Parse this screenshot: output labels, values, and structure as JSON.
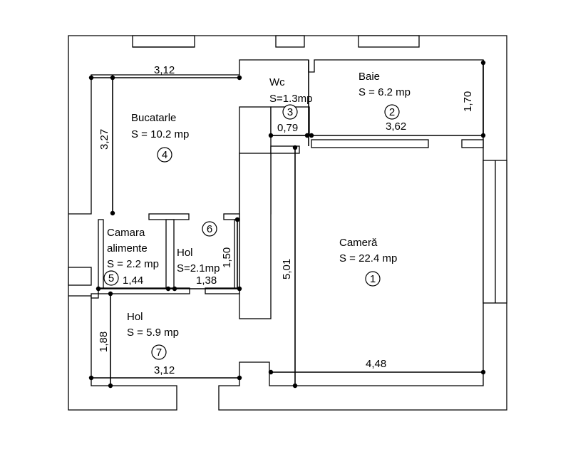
{
  "rooms": [
    {
      "id": "bucatarie",
      "name": "Bucatarle",
      "area": "S = 10.2 mp",
      "number": "4"
    },
    {
      "id": "baie",
      "name": "Baie",
      "area": "S = 6.2 mp",
      "number": "2"
    },
    {
      "id": "wc",
      "name": "Wc",
      "area": "S=1.3mp",
      "number": "3"
    },
    {
      "id": "camara",
      "name": "Camara",
      "name2": "alimente",
      "area": "S = 2.2 mp",
      "number": "5"
    },
    {
      "id": "hol-mic",
      "name": "Hol",
      "area": "S=2.1mp",
      "number": "6"
    },
    {
      "id": "camera",
      "name": "Cameră",
      "area": "S = 22.4 mp",
      "number": "1"
    },
    {
      "id": "hol",
      "name": "Hol",
      "area": "S = 5.9 mp",
      "number": "7"
    }
  ],
  "dimensions": {
    "kitchen_width": "3,12",
    "kitchen_height": "3,27",
    "bath_height": "1,70",
    "wc_width": "0,79",
    "bath_width": "3,62",
    "pantry_width": "1,44",
    "small_hall_width": "1,38",
    "small_hall_height": "1,50",
    "room_height": "5,01",
    "room_width": "4,48",
    "hall_height": "1,88",
    "hall_width": "3,12"
  }
}
